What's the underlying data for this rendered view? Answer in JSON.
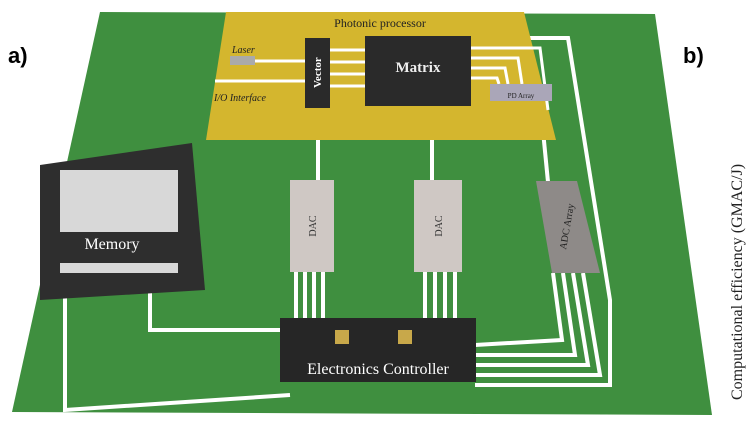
{
  "panel_a_label": "a)",
  "panel_b_label": "b)",
  "b_axis_label": "Computational efficiency (GMAC/J)",
  "processor": {
    "title": "Photonic processor",
    "laser": "Laser",
    "io": "I/O Interface",
    "vector": "Vector",
    "matrix": "Matrix",
    "pd_array": "PD Array"
  },
  "dac1": "DAC",
  "dac2": "DAC",
  "adc": "ADC Array",
  "memory": "Memory",
  "controller": "Electronics Controller",
  "colors": {
    "board": "#3e8c3e",
    "processor": "#d4b62e",
    "chip": "#2a2a2a",
    "dac": "#cfc8c4",
    "adc": "#8e8a88",
    "trace": "#ffffff"
  }
}
